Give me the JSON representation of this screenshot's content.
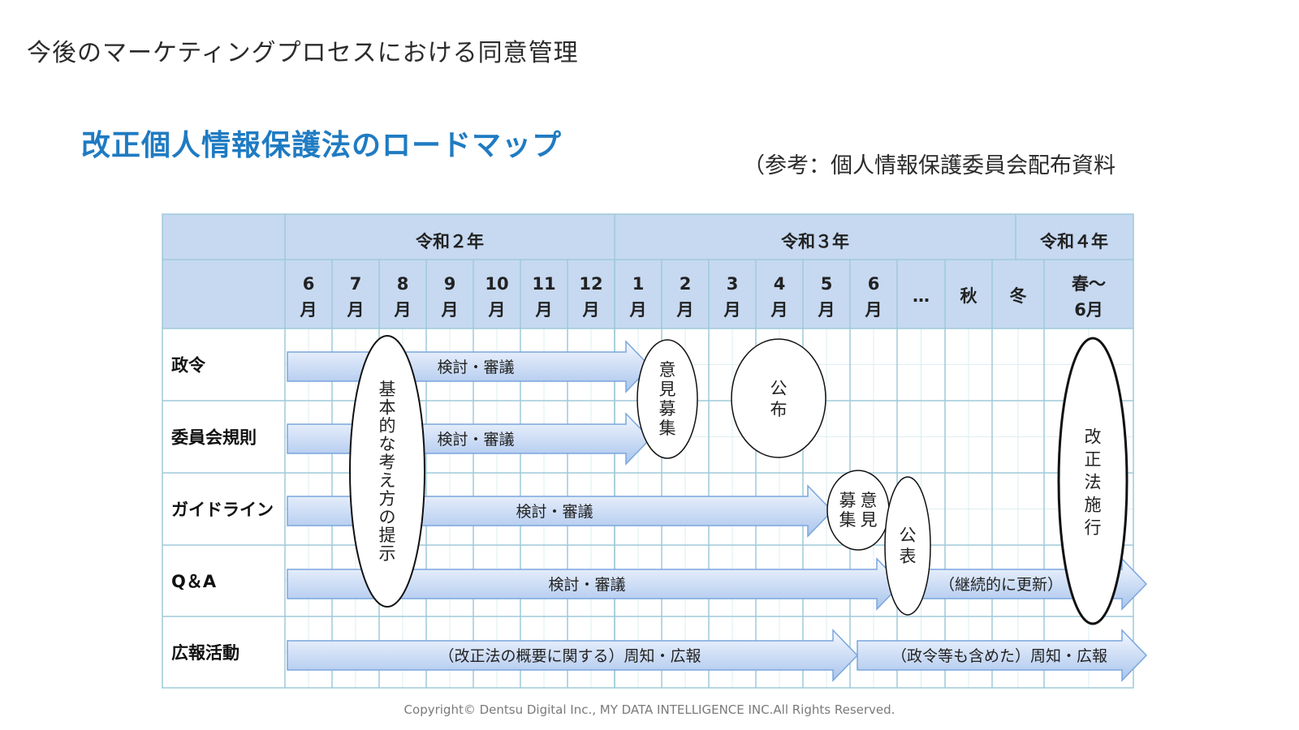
{
  "page": {
    "heading": "今後のマーケティングプロセスにおける同意管理",
    "subtitle": "改正個人情報保護法のロードマップ",
    "reference": "（参考：個人情報保護委員会配布資料",
    "copyright": "Copyright© Dentsu Digital Inc., MY DATA INTELLIGENCE INC.All Rights Reserved."
  },
  "roadmap": {
    "years": [
      "令和２年",
      "令和３年",
      "令和４年"
    ],
    "months": [
      [
        "6",
        "月"
      ],
      [
        "7",
        "月"
      ],
      [
        "8",
        "月"
      ],
      [
        "9",
        "月"
      ],
      [
        "10",
        "月"
      ],
      [
        "11",
        "月"
      ],
      [
        "12",
        "月"
      ],
      [
        "1",
        "月"
      ],
      [
        "2",
        "月"
      ],
      [
        "3",
        "月"
      ],
      [
        "4",
        "月"
      ],
      [
        "5",
        "月"
      ],
      [
        "6",
        "月"
      ],
      [
        "…"
      ],
      [
        "秋"
      ],
      [
        "冬"
      ],
      [
        "春～",
        "6月"
      ]
    ],
    "rows": [
      "政令",
      "委員会規則",
      "ガイドライン",
      "Q＆A",
      "広報活動"
    ],
    "bars": {
      "seirei": "検討・審議",
      "kisoku": "検討・審議",
      "guideline": "検討・審議",
      "qa": "検討・審議",
      "qa_update": "（継続的に更新）",
      "pr1": "（改正法の概要に関する）周知・広報",
      "pr2": "（政令等も含めた）周知・広報"
    },
    "milestones": {
      "basic_policy": "基本的な考え方の提示",
      "public_comment": "意見募集",
      "promulgation": "公布",
      "guideline_comment": "意見募集",
      "publication": "公表",
      "enforcement": "改正法施行"
    },
    "colors": {
      "header_fill": "#c6d9f1",
      "grid_line": "#9fcad8",
      "bar_top": "#f4f8ff",
      "bar_bottom": "#a9c4ec",
      "bar_stroke": "#7aa6de",
      "title_blue": "#1f7bc2"
    }
  }
}
